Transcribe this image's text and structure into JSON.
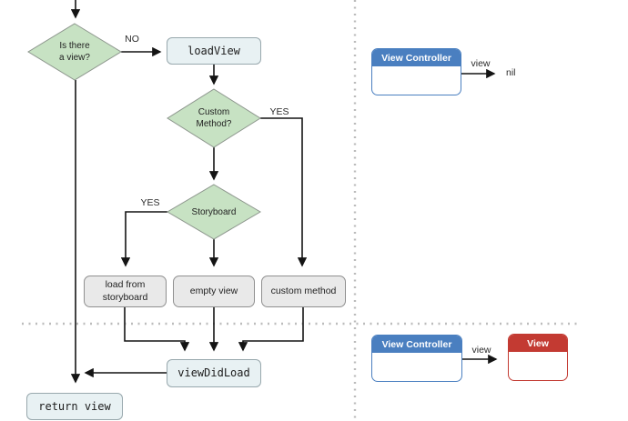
{
  "diagram": {
    "decisions": {
      "is_there_view": "Is there\na view?",
      "custom_method": "Custom\nMethod?",
      "storyboard": "Storyboard"
    },
    "processes": {
      "load_view": "loadView",
      "load_from_storyboard": "load from\nstoryboard",
      "empty_view": "empty view",
      "custom_method": "custom method",
      "view_did_load": "viewDidLoad",
      "return_view": "return view"
    },
    "edge_labels": {
      "no": "NO",
      "yes_custom": "YES",
      "yes_storyboard": "YES"
    }
  },
  "uml": {
    "top": {
      "title": "View Controller",
      "arrow_label": "view",
      "target": "nil"
    },
    "bottom": {
      "vc_title": "View Controller",
      "arrow_label": "view",
      "view_title": "View"
    }
  },
  "colors": {
    "decision_fill": "#c7e2c3",
    "process_blue_fill": "#e8f1f3",
    "process_gray_fill": "#e9e9e9",
    "uml_blue": "#4a7fc0",
    "uml_red": "#c33a32",
    "line": "#141414",
    "dotted_divider": "#bcbcbc"
  }
}
